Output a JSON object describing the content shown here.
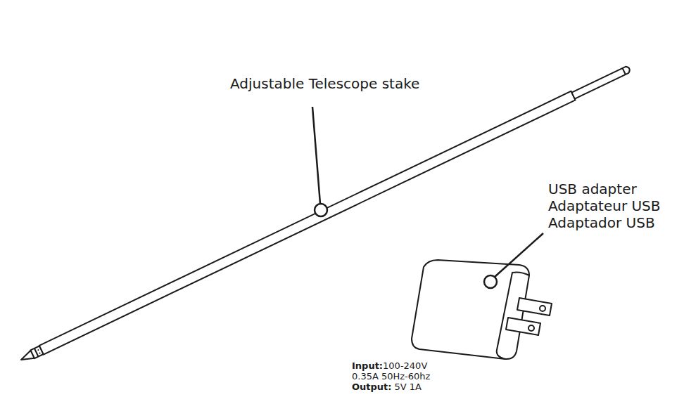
{
  "diagram": {
    "labels": [
      "Adjustable Telescope stake",
      "USB adapter",
      "Adaptateur USB",
      "Adaptador USB",
      "Input:",
      "100-240V",
      "0.35A 50Hz-60hz",
      "Output:",
      "5V 1A"
    ]
  }
}
